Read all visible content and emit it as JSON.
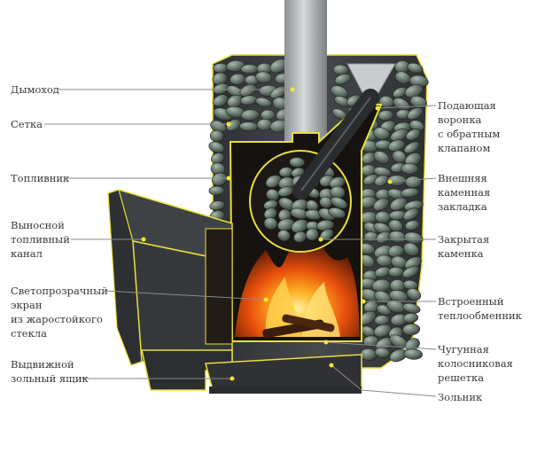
{
  "labels": {
    "chimney": "Дымоход",
    "mesh": "Сетка",
    "firebox": "Топливник",
    "remote_fuel_channel": "Выносной\nтопливный\nканал",
    "glass_screen": "Светопрозрачный\nэкран\nиз жаростойкого\nстекла",
    "ash_drawer": "Выдвижной\nзольный ящик",
    "feed_funnel": "Подающая\nворонка\nс обратным\nклапаном",
    "outer_stone_layer": "Внешняя\nкаменная\nзакладка",
    "closed_heater": "Закрытая\nкаменка",
    "heat_exchanger": "Встроенный\nтеплообменник",
    "cast_iron_grate": "Чугунная\nколосниковая\nрешетка",
    "ash_pit": "Зольник"
  },
  "colors": {
    "stove_body": "#3b3d40",
    "stove_edge": "#e8df3a",
    "stone": "#5f6d66",
    "flame": "#ff7a10",
    "pipe": "#b6b9bb",
    "leader_line": "#8a8a8a",
    "text": "#3a3a3a"
  }
}
